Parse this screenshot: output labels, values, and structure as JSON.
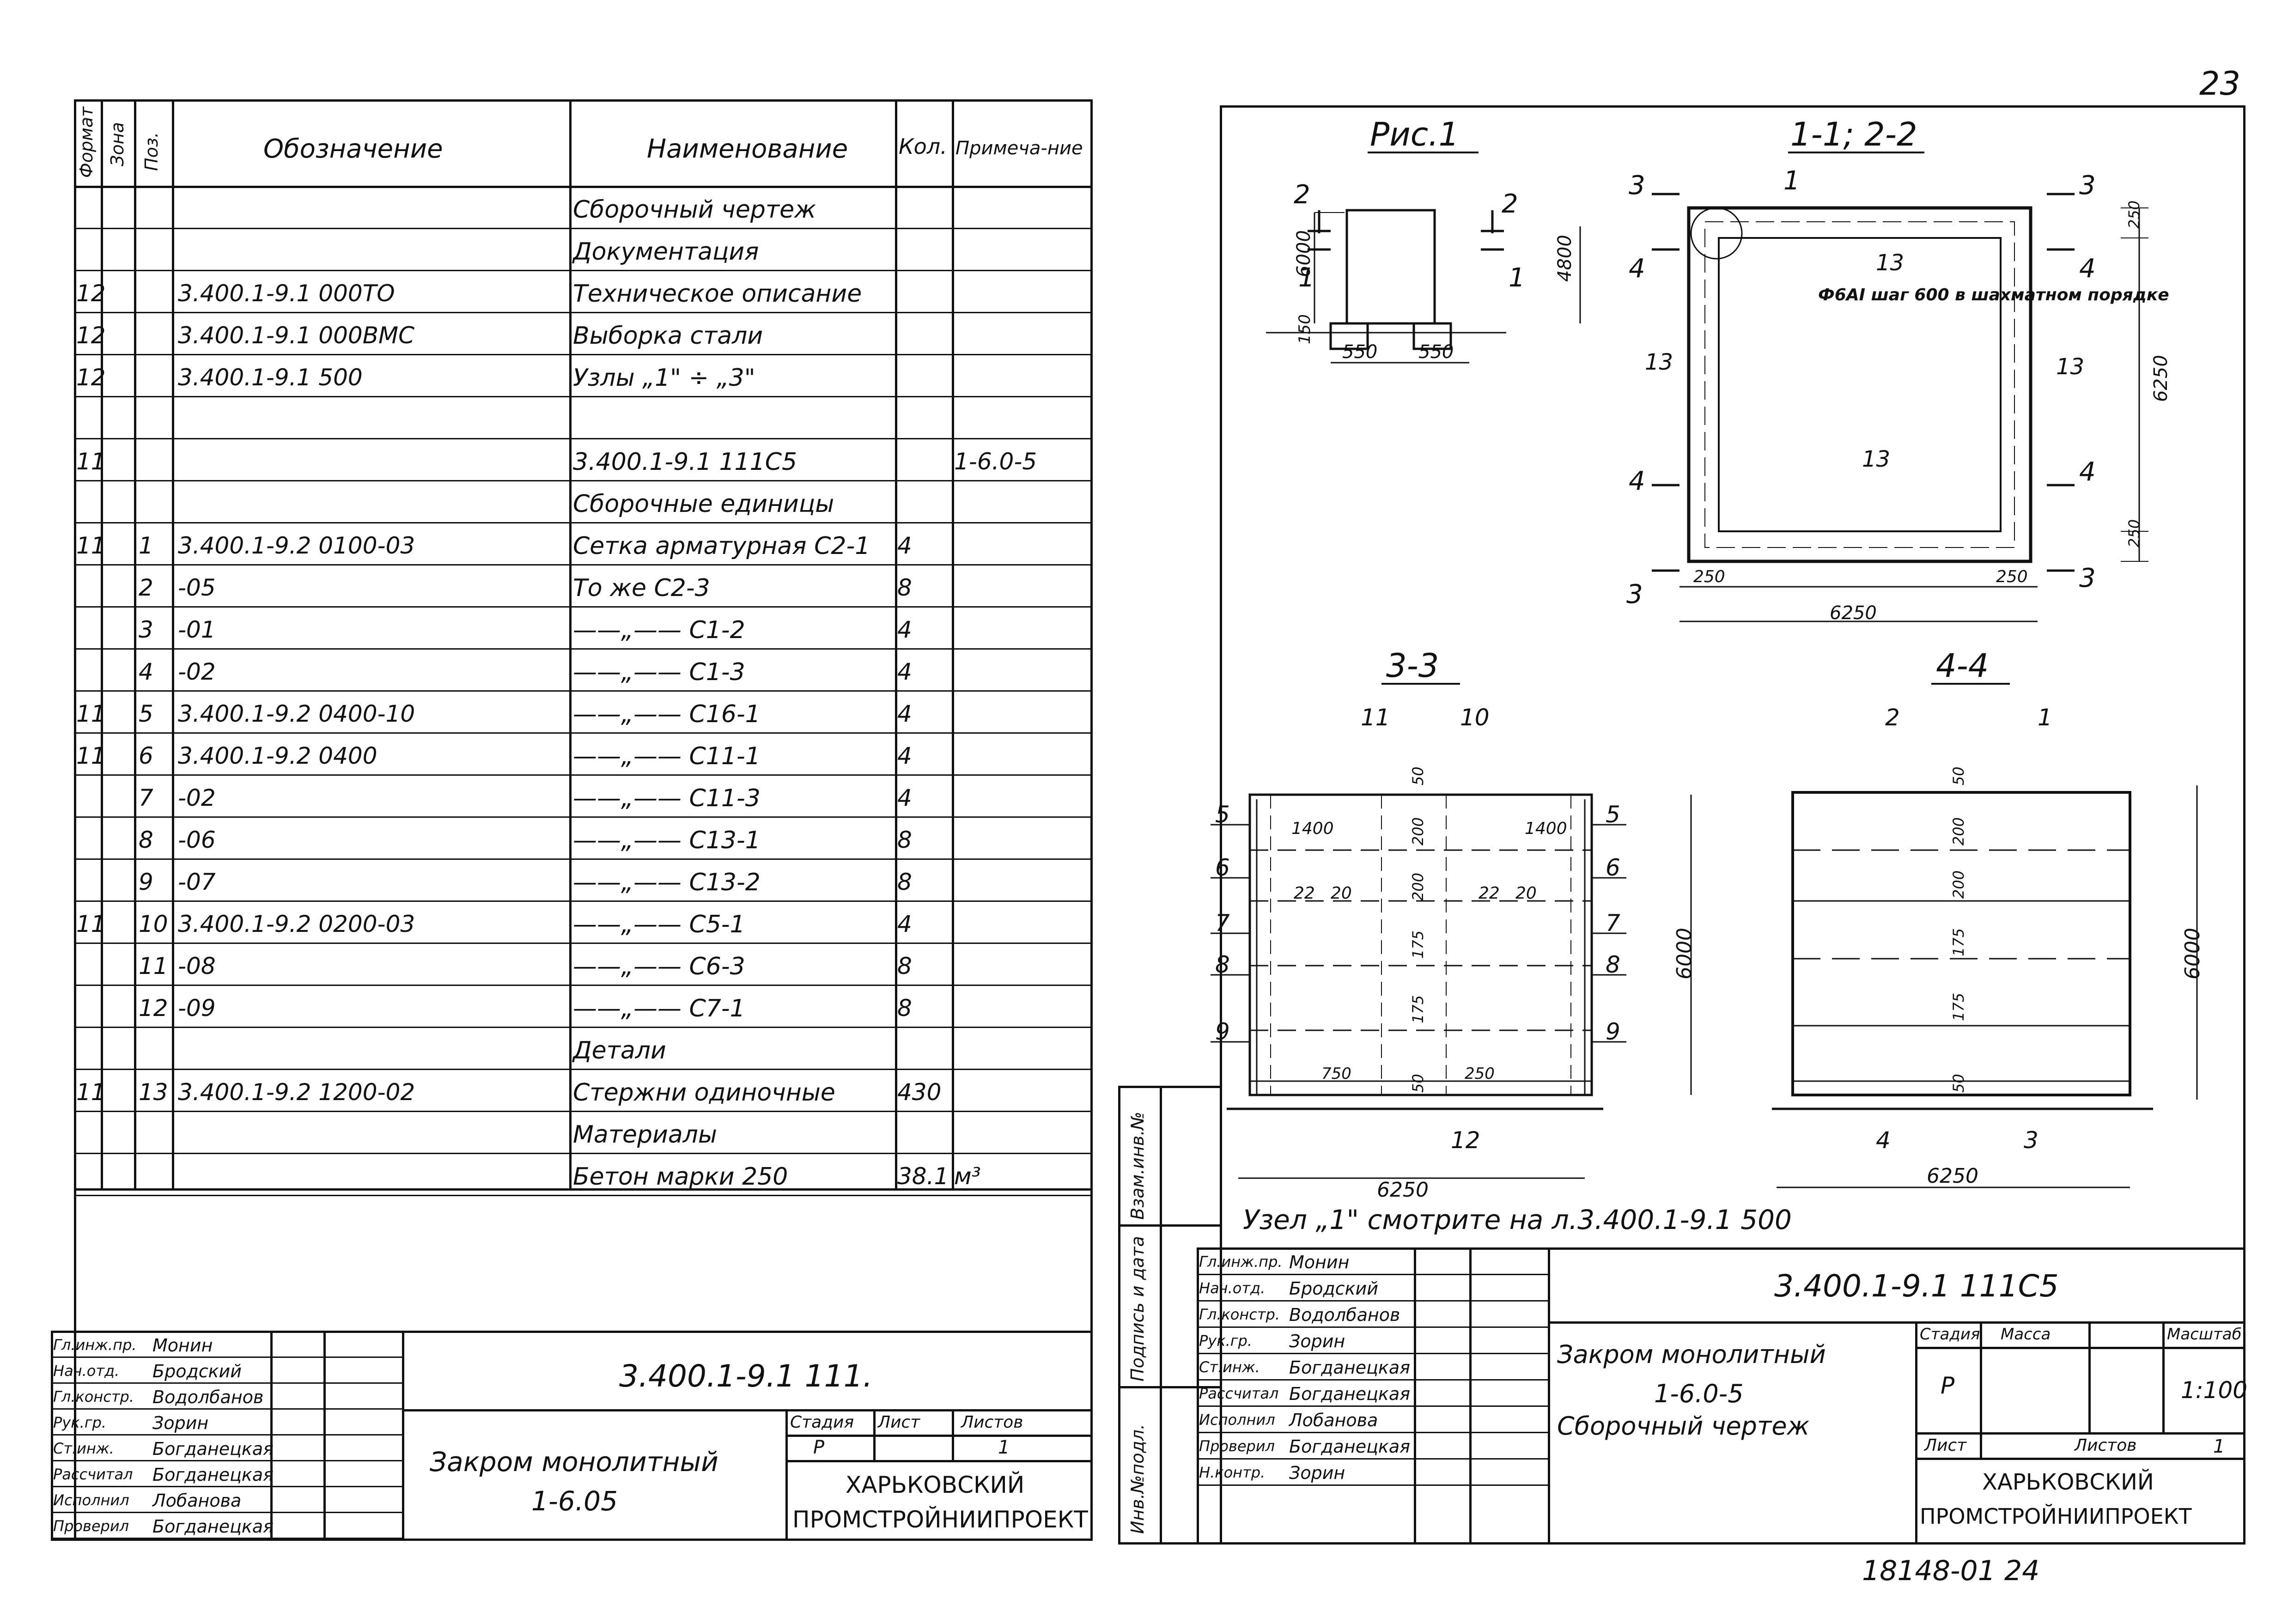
{
  "page_number": "23",
  "footer_code": "18148-01 24",
  "spec": {
    "headers": {
      "format": "Формат",
      "zone": "Зона",
      "pos": "Поз.",
      "designation": "Обозначение",
      "name": "Наименование",
      "qty": "Кол.",
      "note": "Примеча-ние"
    },
    "rows": [
      {
        "format": "",
        "zone": "",
        "pos": "",
        "designation": "",
        "name": "Сборочный чертеж",
        "qty": "",
        "note": ""
      },
      {
        "format": "",
        "zone": "",
        "pos": "",
        "designation": "",
        "name": "Документация",
        "qty": "",
        "note": ""
      },
      {
        "format": "12",
        "zone": "",
        "pos": "",
        "designation": "3.400.1-9.1 000ТО",
        "name": "Техническое описание",
        "qty": "",
        "note": ""
      },
      {
        "format": "12",
        "zone": "",
        "pos": "",
        "designation": "3.400.1-9.1 000ВМС",
        "name": "Выборка стали",
        "qty": "",
        "note": ""
      },
      {
        "format": "12",
        "zone": "",
        "pos": "",
        "designation": "3.400.1-9.1 500",
        "name": "Узлы „1\" ÷ „3\"",
        "qty": "",
        "note": ""
      },
      {
        "format": "",
        "zone": "",
        "pos": "",
        "designation": "",
        "name": "",
        "qty": "",
        "note": ""
      },
      {
        "format": "11",
        "zone": "",
        "pos": "",
        "designation": "",
        "name": "3.400.1-9.1 111С5",
        "qty": "",
        "note": "1-6.0-5"
      },
      {
        "format": "",
        "zone": "",
        "pos": "",
        "designation": "",
        "name": "Сборочные единицы",
        "qty": "",
        "note": ""
      },
      {
        "format": "11",
        "zone": "",
        "pos": "1",
        "designation": "3.400.1-9.2 0100-03",
        "name": "Сетка арматурная С2-1",
        "qty": "4",
        "note": ""
      },
      {
        "format": "",
        "zone": "",
        "pos": "2",
        "designation": "-05",
        "name": "То же С2-3",
        "qty": "8",
        "note": ""
      },
      {
        "format": "",
        "zone": "",
        "pos": "3",
        "designation": "-01",
        "name": "——„—— С1-2",
        "qty": "4",
        "note": ""
      },
      {
        "format": "",
        "zone": "",
        "pos": "4",
        "designation": "-02",
        "name": "——„—— С1-3",
        "qty": "4",
        "note": ""
      },
      {
        "format": "11",
        "zone": "",
        "pos": "5",
        "designation": "3.400.1-9.2 0400-10",
        "name": "——„—— С16-1",
        "qty": "4",
        "note": ""
      },
      {
        "format": "11",
        "zone": "",
        "pos": "6",
        "designation": "3.400.1-9.2 0400",
        "name": "——„—— С11-1",
        "qty": "4",
        "note": ""
      },
      {
        "format": "",
        "zone": "",
        "pos": "7",
        "designation": "-02",
        "name": "——„—— С11-3",
        "qty": "4",
        "note": ""
      },
      {
        "format": "",
        "zone": "",
        "pos": "8",
        "designation": "-06",
        "name": "——„—— С13-1",
        "qty": "8",
        "note": ""
      },
      {
        "format": "",
        "zone": "",
        "pos": "9",
        "designation": "-07",
        "name": "——„—— С13-2",
        "qty": "8",
        "note": ""
      },
      {
        "format": "11",
        "zone": "",
        "pos": "10",
        "designation": "3.400.1-9.2 0200-03",
        "name": "——„—— С5-1",
        "qty": "4",
        "note": ""
      },
      {
        "format": "",
        "zone": "",
        "pos": "11",
        "designation": "-08",
        "name": "——„—— С6-3",
        "qty": "8",
        "note": ""
      },
      {
        "format": "",
        "zone": "",
        "pos": "12",
        "designation": "-09",
        "name": "——„—— С7-1",
        "qty": "8",
        "note": ""
      },
      {
        "format": "",
        "zone": "",
        "pos": "",
        "designation": "",
        "name": "Детали",
        "qty": "",
        "note": ""
      },
      {
        "format": "11",
        "zone": "",
        "pos": "13",
        "designation": "3.400.1-9.2 1200-02",
        "name": "Стержни одиночные",
        "qty": "430",
        "note": ""
      },
      {
        "format": "",
        "zone": "",
        "pos": "",
        "designation": "",
        "name": "Материалы",
        "qty": "",
        "note": ""
      },
      {
        "format": "",
        "zone": "",
        "pos": "",
        "designation": "",
        "name": "Бетон марки 250",
        "qty": "38.1",
        "note": "м³"
      }
    ]
  },
  "left_stamp": {
    "signers": [
      {
        "role": "Гл.инж.пр.",
        "name": "Монин"
      },
      {
        "role": "Нач.отд.",
        "name": "Бродский"
      },
      {
        "role": "Гл.констр.",
        "name": "Водолбанов"
      },
      {
        "role": "Рук.гр.",
        "name": "Зорин"
      },
      {
        "role": "Ст.инж.",
        "name": "Богданецкая"
      },
      {
        "role": "Рассчитал",
        "name": "Богданецкая"
      },
      {
        "role": "Исполнил",
        "name": "Лобанова"
      },
      {
        "role": "Проверил",
        "name": "Богданецкая"
      }
    ],
    "code": "3.400.1-9.1 111.",
    "title_line1": "Закром монолитный",
    "title_line2": "1-6.05",
    "stage_label": "Стадия",
    "sheet_label": "Лист",
    "sheets_label": "Листов",
    "stage": "Р",
    "sheet": "",
    "sheets": "1",
    "org_line1": "ХАРЬКОВСКИЙ",
    "org_line2": "ПРОМСТРОЙНИИПРОЕКТ"
  },
  "drawing": {
    "fig1_title": "Рис.1",
    "sec12_title": "1-1; 2-2",
    "sec33_title": "3-3",
    "sec44_title": "4-4",
    "note_rebar": "Ф6АI шаг 600 в шахматном порядке",
    "dims": {
      "fig1_h6000": "6000",
      "fig1_h4800": "4800",
      "fig1_150": "150",
      "fig1_550a": "550",
      "fig1_550b": "550",
      "plan_6250w": "6250",
      "plan_6250h": "6250",
      "plan_250a": "250",
      "plan_250b": "250",
      "plan_250c": "250",
      "plan_250d": "250",
      "s33_6250": "6250",
      "s33_6000": "6000",
      "s33_1400a": "1400",
      "s33_1400b": "1400",
      "s33_200a": "200",
      "s33_200b": "200",
      "s33_22a": "22",
      "s33_20a": "20",
      "s33_22b": "22",
      "s33_20b": "20",
      "s33_175a": "175",
      "s33_175b": "175",
      "s33_50a": "50",
      "s33_50b": "50",
      "s33_750": "750",
      "s33_250": "250",
      "s44_6250": "6250",
      "s44_6000": "6000",
      "s44_200a": "200",
      "s44_200b": "200",
      "s44_175a": "175",
      "s44_175b": "175",
      "s44_50a": "50",
      "s44_50b": "50"
    },
    "fig1_marks": [
      "2",
      "2",
      "1",
      "1"
    ],
    "plan_marks": [
      "3",
      "3",
      "4",
      "4",
      "4",
      "4",
      "3",
      "3",
      "1",
      "13",
      "13",
      "13",
      "13"
    ],
    "s33_marks": [
      "11",
      "10",
      "5",
      "5",
      "6",
      "6",
      "7",
      "7",
      "8",
      "8",
      "9",
      "9",
      "12"
    ],
    "s44_marks": [
      "2",
      "1",
      "4",
      "3"
    ],
    "node_ref": "Узел „1\" смотрите на л.3.400.1-9.1 500"
  },
  "side_stamp": {
    "inv": "Инв.№подл.",
    "sign_date": "Подпись и дата",
    "vzam": "Взам.инв.№"
  },
  "right_stamp": {
    "signers": [
      {
        "role": "Гл.инж.пр.",
        "name": "Монин"
      },
      {
        "role": "Нач.отд.",
        "name": "Бродский"
      },
      {
        "role": "Гл.констр.",
        "name": "Водолбанов"
      },
      {
        "role": "Рук.гр.",
        "name": "Зорин"
      },
      {
        "role": "Ст.инж.",
        "name": "Богданецкая"
      },
      {
        "role": "Рассчитал",
        "name": "Богданецкая"
      },
      {
        "role": "Исполнил",
        "name": "Лобанова"
      },
      {
        "role": "Проверил",
        "name": "Богданецкая"
      },
      {
        "role": "Н.контр.",
        "name": "Зорин"
      }
    ],
    "code": "3.400.1-9.1 111С5",
    "title_line1": "Закром монолитный",
    "title_line2": "1-6.0-5",
    "title_line3": "Сборочный чертеж",
    "stage_label": "Стадия",
    "mass_label": "Масса",
    "scale_label": "Масштаб",
    "stage": "Р",
    "mass": "",
    "scale": "1:100",
    "sheet_label": "Лист",
    "sheets_label": "Листов",
    "sheets": "1",
    "org_line1": "ХАРЬКОВСКИЙ",
    "org_line2": "ПРОМСТРОЙНИИПРОЕКТ"
  }
}
